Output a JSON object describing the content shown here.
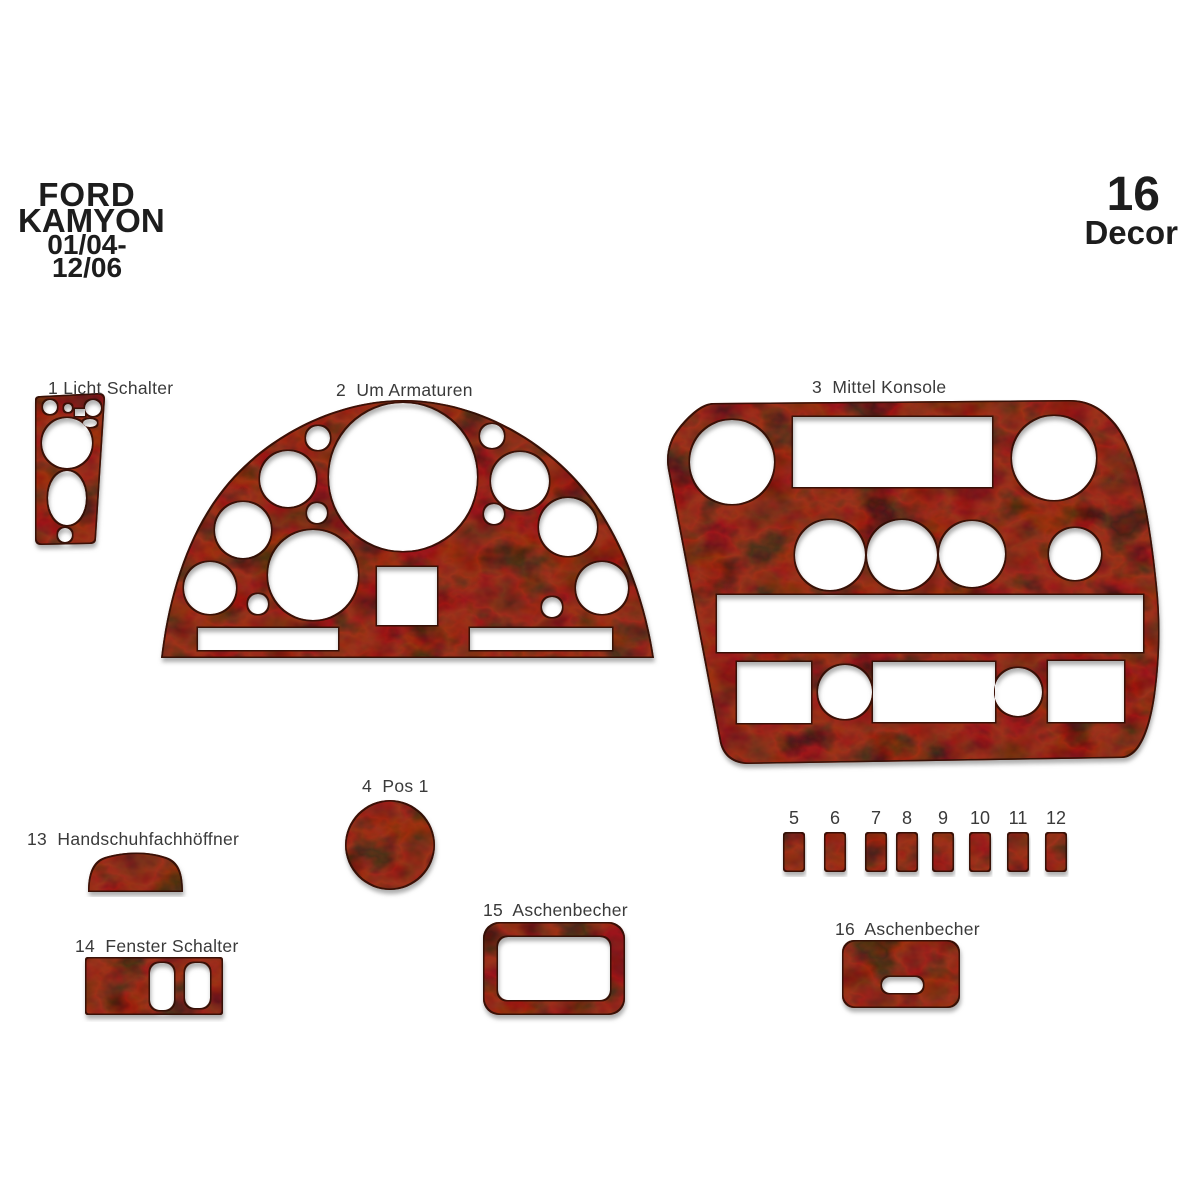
{
  "header": {
    "brand": "FORD",
    "model": "KAMYON",
    "years": "01/04-12/06"
  },
  "decor_badge": {
    "count": "16",
    "word": "Decor"
  },
  "pieces": {
    "p1": {
      "label": "1 Licht Schalter"
    },
    "p2": {
      "label": "2  Um Armaturen"
    },
    "p3": {
      "label": "3  Mittel Konsole"
    },
    "p4": {
      "label": "4  Pos 1"
    },
    "p13": {
      "label": "13  Handschuhfachhöffner"
    },
    "p14": {
      "label": "14  Fenster Schalter"
    },
    "p15": {
      "label": "15  Aschenbecher"
    },
    "p16": {
      "label": "16  Aschenbecher"
    }
  },
  "switch_strip": {
    "numbers": [
      "5",
      "6",
      "7",
      "8",
      "9",
      "10",
      "11",
      "12"
    ]
  },
  "colors": {
    "wood_base": "#7a2b1d",
    "wood_dark_edge": "#300e06",
    "label_text": "#3a3a3a",
    "header_text": "#1d1d1d",
    "background": "#ffffff"
  }
}
